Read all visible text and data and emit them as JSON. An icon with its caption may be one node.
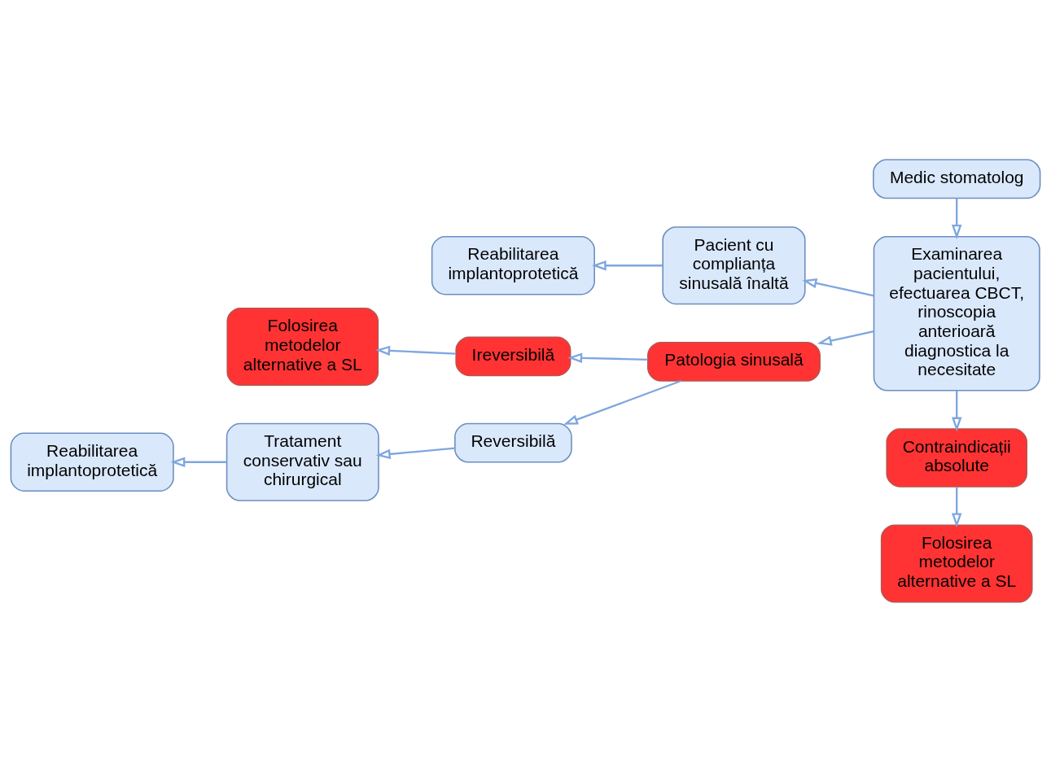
{
  "diagram": {
    "nodes": [
      {
        "text": [
          "Medic stomatolog"
        ]
      },
      {
        "text": [
          "Examinarea pacientului, efectuarea CBCT, rinoscopia anterioară diagnostica la necesitate"
        ]
      },
      {
        "text": [
          "Pacient cu complianța sinusală înaltă"
        ]
      },
      {
        "text": [
          "Reabilitarea implantoprotetică"
        ]
      },
      {
        "text": [
          "Patologia sinusală"
        ]
      },
      {
        "text": [
          "Ireversibilă"
        ]
      },
      {
        "text": [
          "Folosirea metodelor alternative a SL"
        ]
      },
      {
        "text": [
          "Reversibilă"
        ]
      },
      {
        "text": [
          "Tratament conservativ sau chirurgical"
        ]
      },
      {
        "text": [
          "Reabilitarea implantoprotetică"
        ]
      },
      {
        "text": [
          "Contraindicații absolute"
        ]
      },
      {
        "text": [
          "Folosirea metodelor alternative a SL"
        ]
      }
    ],
    "edges": [
      {
        "from": 0,
        "to": 1,
        "arrow": "to"
      },
      {
        "from": 1,
        "to": 2,
        "arrow": "to"
      },
      {
        "from": 2,
        "to": 3,
        "arrow": "to"
      },
      {
        "from": 1,
        "to": 4,
        "arrow": "to"
      },
      {
        "from": 4,
        "to": 5,
        "arrow": "to"
      },
      {
        "from": 5,
        "to": 6,
        "arrow": "to"
      },
      {
        "from": 4,
        "to": 7,
        "arrow": "to"
      },
      {
        "from": 7,
        "to": 8,
        "arrow": "to"
      },
      {
        "from": 8,
        "to": 9,
        "arrow": "to"
      },
      {
        "from": 1,
        "to": 10,
        "arrow": "to"
      },
      {
        "from": 10,
        "to": 11,
        "arrow": "to"
      }
    ]
  }
}
